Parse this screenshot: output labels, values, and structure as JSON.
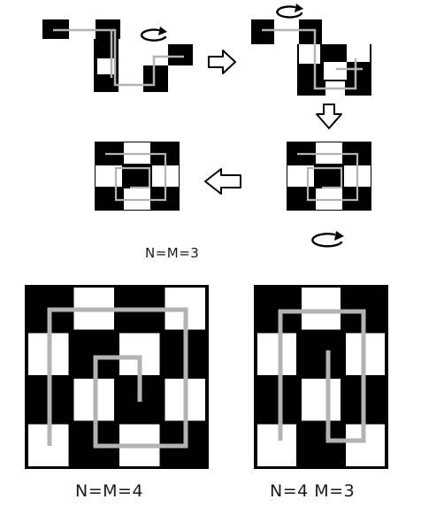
{
  "colors": {
    "black": "#000000",
    "white": "#ffffff",
    "path": "#b3b3b3"
  },
  "labels": {
    "small": "N=M=3",
    "large_left": "N=M=4",
    "large_right": "N=4 M=3"
  },
  "arrow_icons": [
    "right-arrow-icon",
    "down-arrow-icon",
    "left-arrow-icon"
  ],
  "rotation_icons": [
    "rotate-clockwise-icon",
    "rotate-clockwise-icon",
    "rotate-clockwise-icon"
  ]
}
